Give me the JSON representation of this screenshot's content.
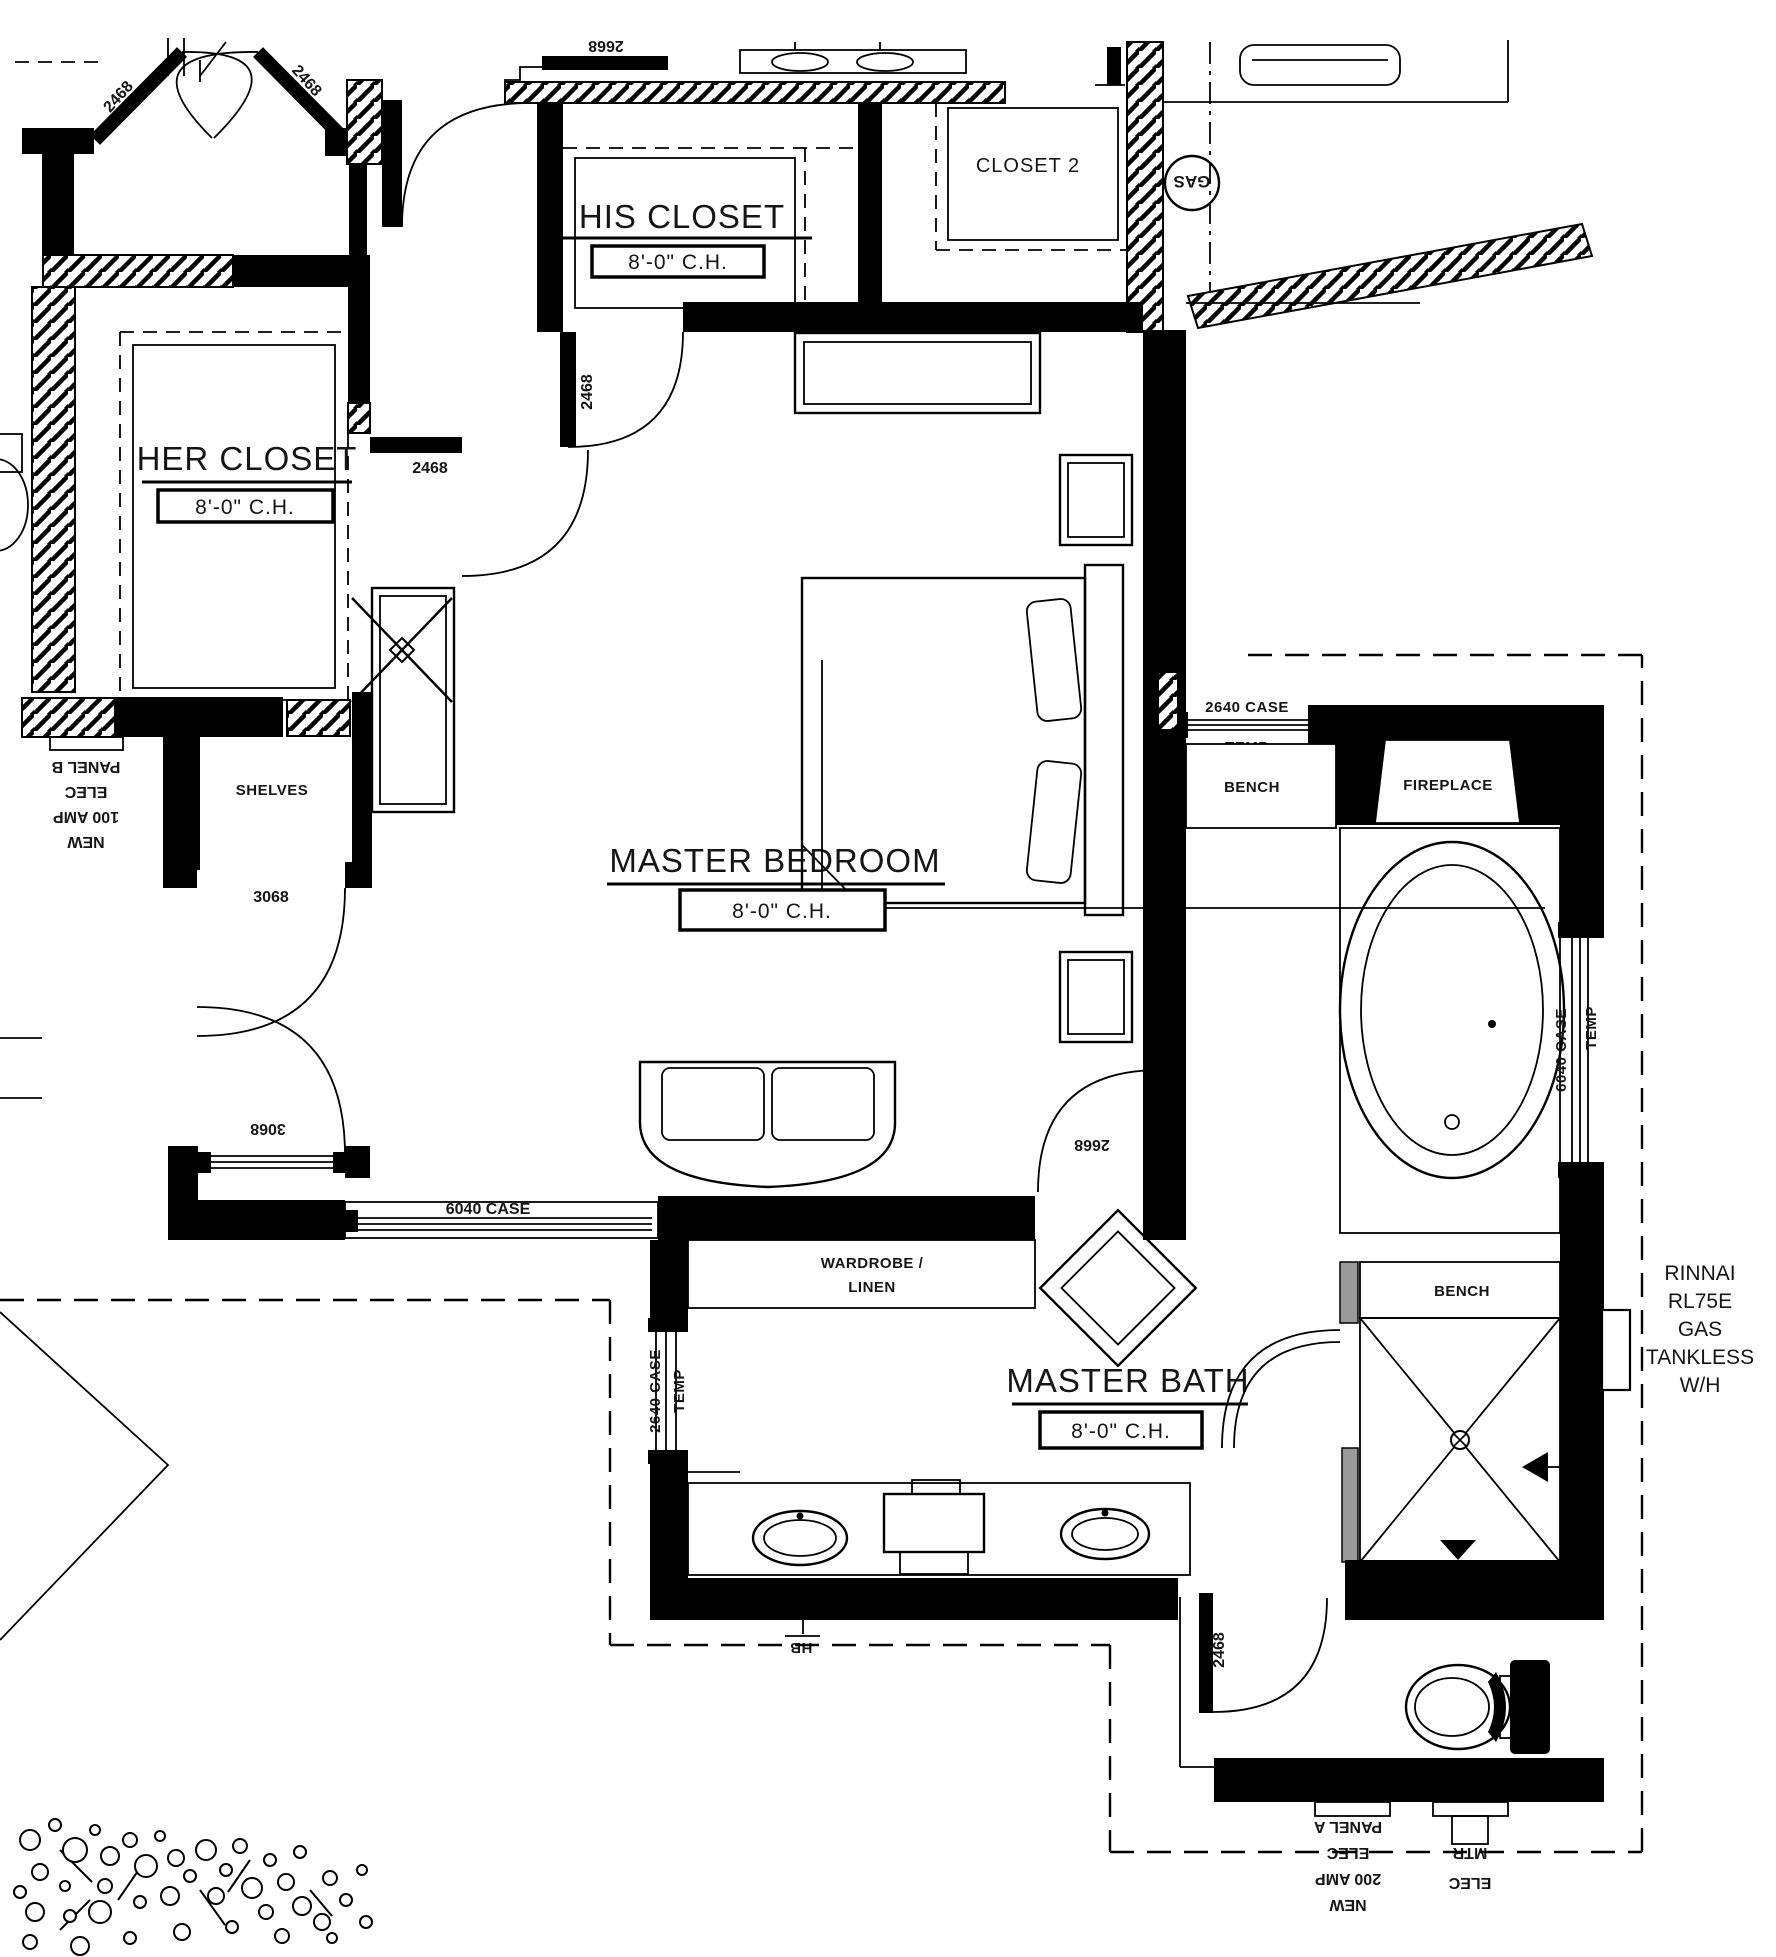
{
  "rooms": {
    "her_closet": {
      "name": "HER CLOSET",
      "ch": "8'-0\" C.H."
    },
    "his_closet": {
      "name": "HIS CLOSET",
      "ch": "8'-0\" C.H."
    },
    "closet_2": {
      "name": "CLOSET 2"
    },
    "master_bedroom": {
      "name": "MASTER BEDROOM",
      "ch": "8'-0\" C.H."
    },
    "master_bath": {
      "name": "MASTER BATH",
      "ch": "8'-0\" C.H."
    },
    "shelves": {
      "name": "SHELVES"
    },
    "wardrobe": {
      "line1": "WARDROBE /",
      "line2": "LINEN"
    },
    "bench_window_seat": {
      "name": "BENCH"
    },
    "bench_shower": {
      "name": "BENCH"
    },
    "fireplace": {
      "name": "FIREPLACE"
    }
  },
  "dimensions": {
    "entry_double_door_left": "2468",
    "entry_double_door_right": "2468",
    "vestibule_door": "2668",
    "top_door_header": "2668",
    "her_closet_door": "2468",
    "his_closet_door": "2468",
    "shelves_closet_door": "3068",
    "bedroom_west_door": "3068",
    "bedroom_south_window": "6040 CASE",
    "bath_west_window": "2640 CASE",
    "bath_west_window_note": "TEMP",
    "bath_north_window": "2640 CASE",
    "bath_north_window_note": "TEMP",
    "bath_east_window": "6040 CASE",
    "bath_east_window_note": "TEMP",
    "bath_entry_door": "2668",
    "water_closet_door": "2468"
  },
  "annotations": {
    "gas_meter": "GAS",
    "hose_bib": "HB",
    "panel_b": {
      "line1": "NEW",
      "line2": "100 AMP",
      "line3": "ELEC",
      "line4": "PANEL B"
    },
    "panel_a": {
      "line1": "NEW",
      "line2": "200 AMP",
      "line3": "ELEC",
      "line4": "PANEL A"
    },
    "electric_meter": {
      "line1": "MTR",
      "line2": "ELEC"
    },
    "water_heater": {
      "line1": "RINNAI",
      "line2": "RL75E",
      "line3": "GAS",
      "line4": "TANKLESS",
      "line5": "W/H"
    }
  }
}
